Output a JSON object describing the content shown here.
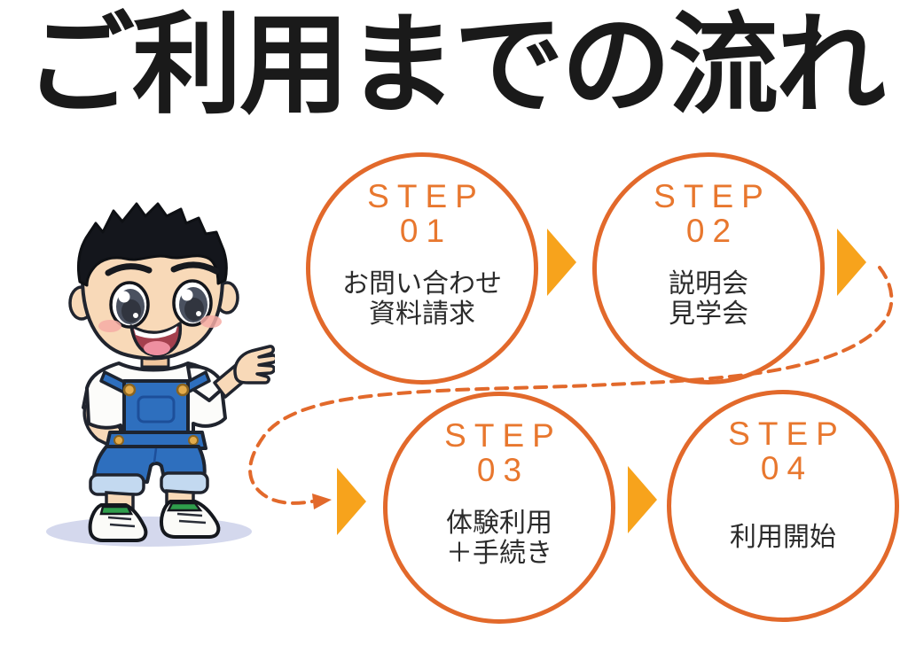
{
  "title": "ご利用までの流れ",
  "colors": {
    "circle_stroke": "#E2692B",
    "step_text": "#E8772E",
    "arrow_fill": "#F7A31C",
    "title_text": "#1A1A1A",
    "description_text": "#2B2B2B"
  },
  "steps": [
    {
      "label": "STEP",
      "number": "01",
      "desc_lines": [
        "お問い合わせ",
        "資料請求"
      ]
    },
    {
      "label": "STEP",
      "number": "02",
      "desc_lines": [
        "説明会",
        "見学会"
      ]
    },
    {
      "label": "STEP",
      "number": "03",
      "desc_lines": [
        "体験利用",
        "＋手続き"
      ]
    },
    {
      "label": "STEP",
      "number": "04",
      "desc_lines": [
        "利用開始"
      ]
    }
  ]
}
